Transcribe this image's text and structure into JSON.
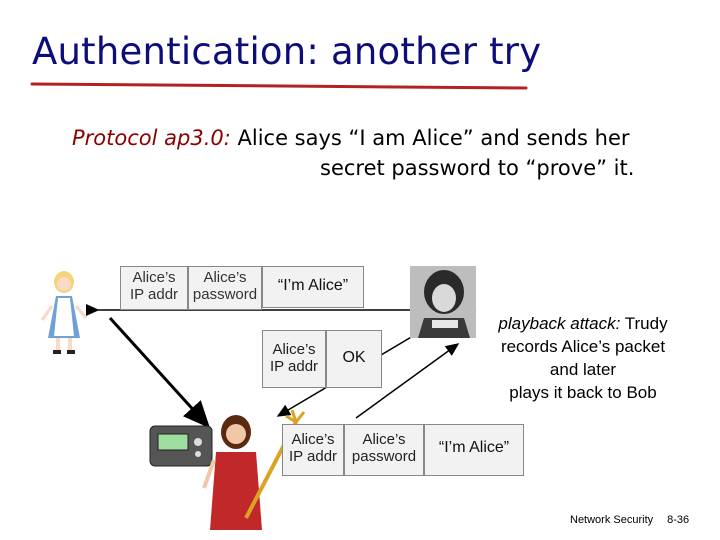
{
  "slide": {
    "title": "Authentication: another try",
    "protocol_label": "Protocol ap3.0:",
    "protocol_line1": "Alice says “I am Alice” and sends her",
    "protocol_line2": "secret password to “prove” it."
  },
  "message_top": {
    "field1_line1": "Alice’s",
    "field1_line2": "IP addr",
    "field2_line1": "Alice’s",
    "field2_line2": "password",
    "text": "“I’m Alice”"
  },
  "reply": {
    "field_line1": "Alice’s",
    "field_line2": "IP addr",
    "text": "OK"
  },
  "message_replay": {
    "field1_line1": "Alice’s",
    "field1_line2": "IP addr",
    "field2_line1": "Alice’s",
    "field2_line2": "password",
    "text": "“I’m Alice”"
  },
  "annotation": {
    "lead": "playback attack:",
    "rest_line1": " Trudy",
    "line2": "records Alice’s packet",
    "line3": "and later",
    "line4": "plays it back to Bob"
  },
  "footer": {
    "left": "Network Security",
    "right": "8-36"
  },
  "colors": {
    "title": "#0d0d7a",
    "underline": "#b22222",
    "protocol_label": "#8b0000"
  }
}
